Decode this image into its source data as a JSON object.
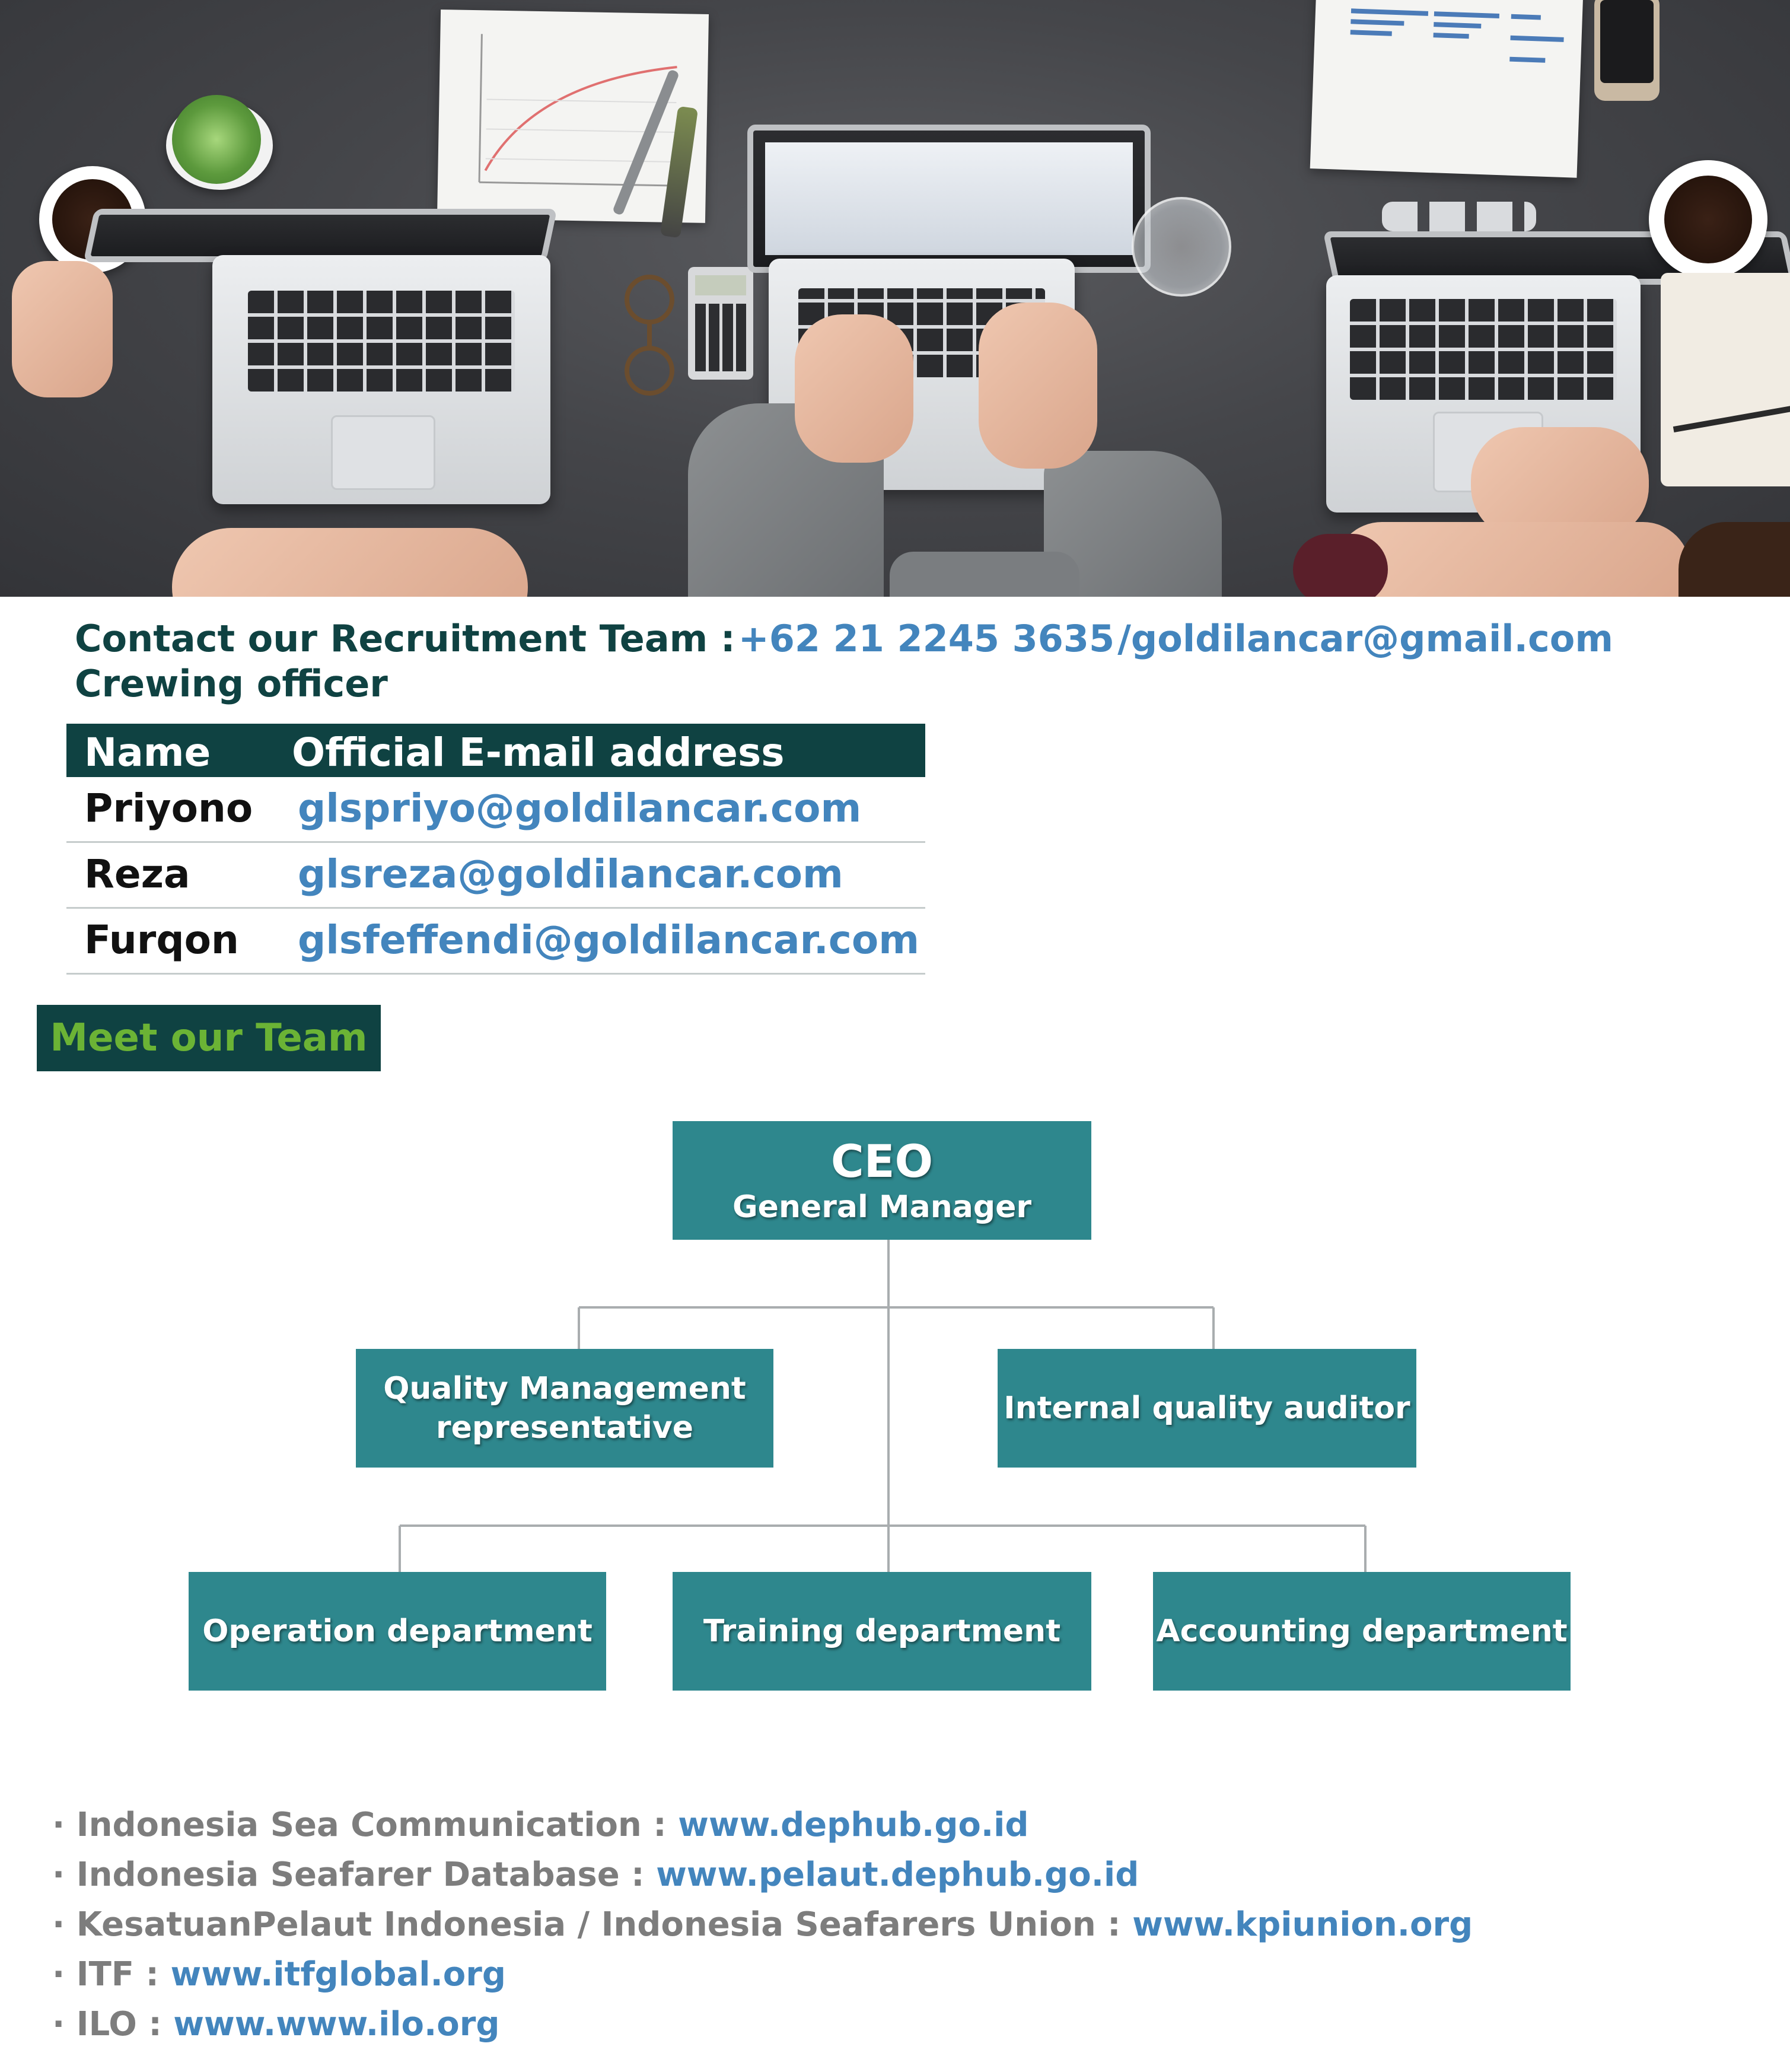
{
  "contact": {
    "recruitment_label": "Contact our Recruitment Team :",
    "phone": "+62 21 2245 3635",
    "email": "/goldilancar@gmail.com",
    "crewing_title": "Crewing officer"
  },
  "crew_table": {
    "headers": [
      "Name",
      "Official E-mail address"
    ],
    "rows": [
      {
        "name": "Priyono",
        "email": "glspriyo@goldilancar.com"
      },
      {
        "name": "Reza",
        "email": "glsreza@goldilancar.com"
      },
      {
        "name": "Furqon",
        "email": "glsfeffendi@goldilancar.com"
      }
    ]
  },
  "meet_team_label": "Meet our Team",
  "org_chart": {
    "ceo": {
      "title": "CEO",
      "subtitle": "General Manager"
    },
    "level2": [
      "Quality Management\nrepresentative",
      "Internal quality auditor"
    ],
    "level3": [
      "Operation department",
      "Training department",
      "Accounting department"
    ]
  },
  "links": [
    {
      "label": "· Indonesia Sea Communication : ",
      "url": "www.dephub.go.id"
    },
    {
      "label": "· Indonesia Seafarer Database : ",
      "url": "www.pelaut.dephub.go.id"
    },
    {
      "label": "· KesatuanPelaut Indonesia / Indonesia Seafarers Union : ",
      "url": "www.kpiunion.org"
    },
    {
      "label": "· ITF : ",
      "url": "www.itfglobal.org"
    },
    {
      "label": "· ILO : ",
      "url": "www.www.ilo.org"
    }
  ],
  "colors": {
    "dark_teal": "#0f4242",
    "node_teal": "#2e878d",
    "link_blue": "#4385bd",
    "green_accent": "#6bb335",
    "gray_text": "#7d7d7d"
  }
}
